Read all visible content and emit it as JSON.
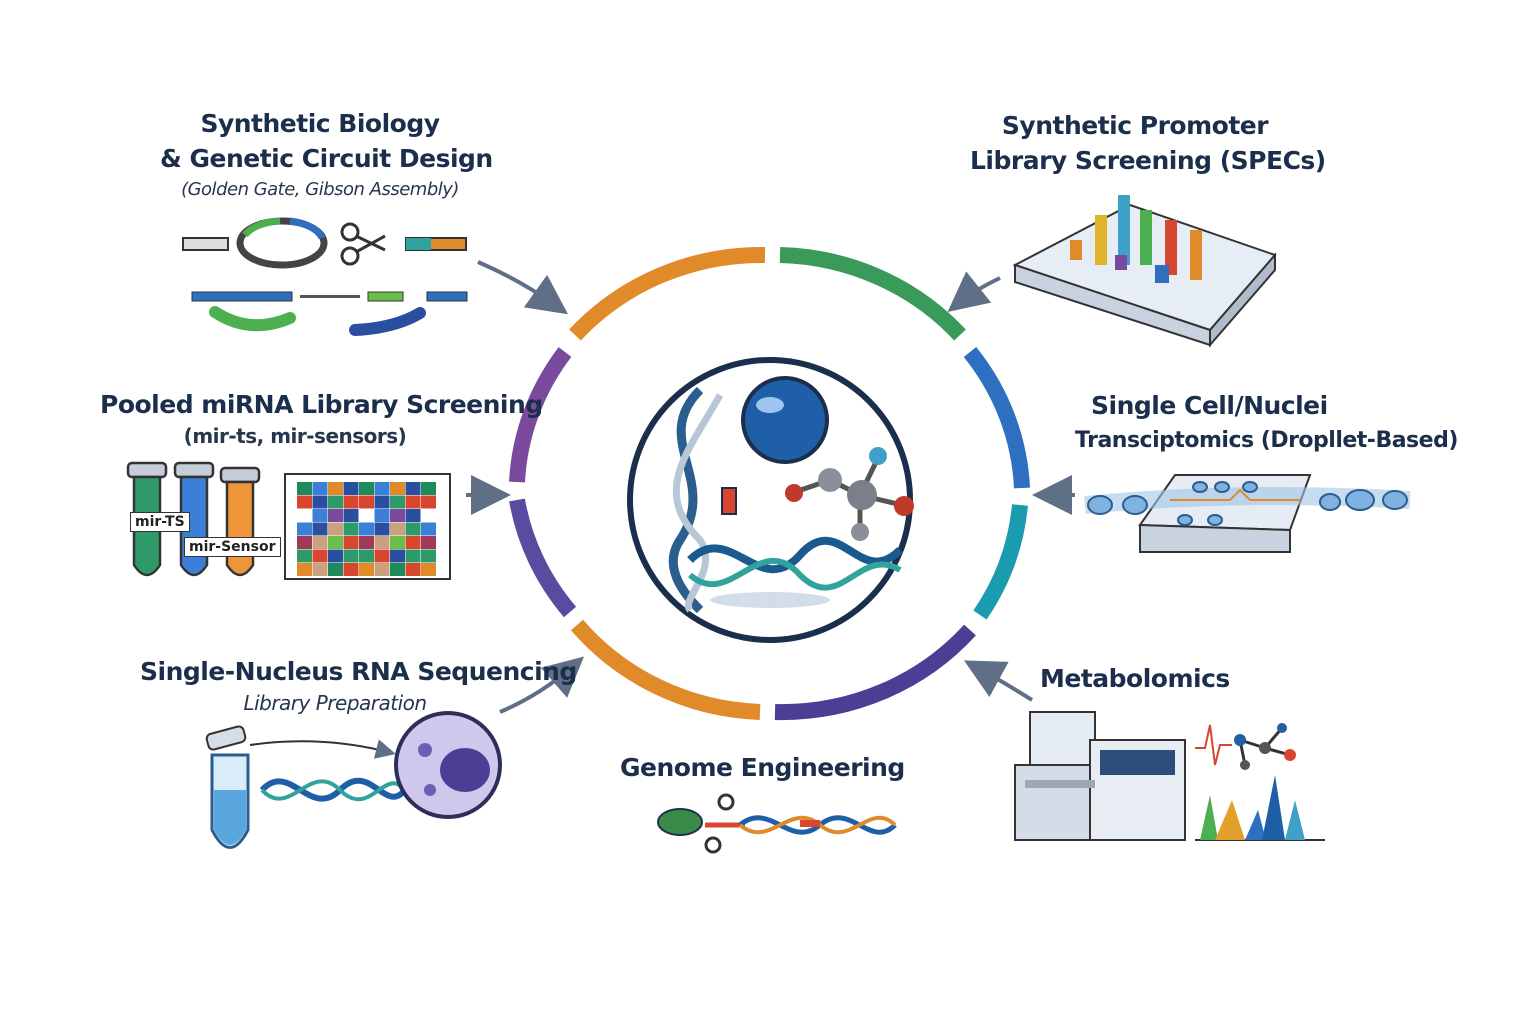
{
  "modules": {
    "synbio": {
      "title_line1": "Synthetic Biology",
      "title_line2": "& Genetic Circuit Design",
      "subtitle": "(Golden Gate, Gibson Assembly)"
    },
    "promoter": {
      "title_line1": "Synthetic Promoter",
      "title_line2": "Library Screening (SPECs)"
    },
    "mirna": {
      "title": "Pooled miRNA Library Screening",
      "subtitle": "(mir-ts, mir-sensors)",
      "tube_label_1": "mir-TS",
      "tube_label_2": "mir-Sensor"
    },
    "singlecell": {
      "title_line1": "Single Cell/Nuclei",
      "title_line2": "Transciptomics (Dropllet-Based)"
    },
    "snrna": {
      "title": "Single-Nucleus RNA Sequencing",
      "subtitle": "Library Preparation"
    },
    "genome": {
      "title": "Genome Engineering"
    },
    "metabolomics": {
      "title": "Metabolomics"
    }
  },
  "colors": {
    "orange": "#e08a2a",
    "green": "#3a9a5a",
    "blue": "#2f6fbf",
    "teal": "#1a9bb0",
    "purple": "#5a4aa0",
    "violet": "#7a4a9e",
    "navy": "#1b2e4b"
  }
}
